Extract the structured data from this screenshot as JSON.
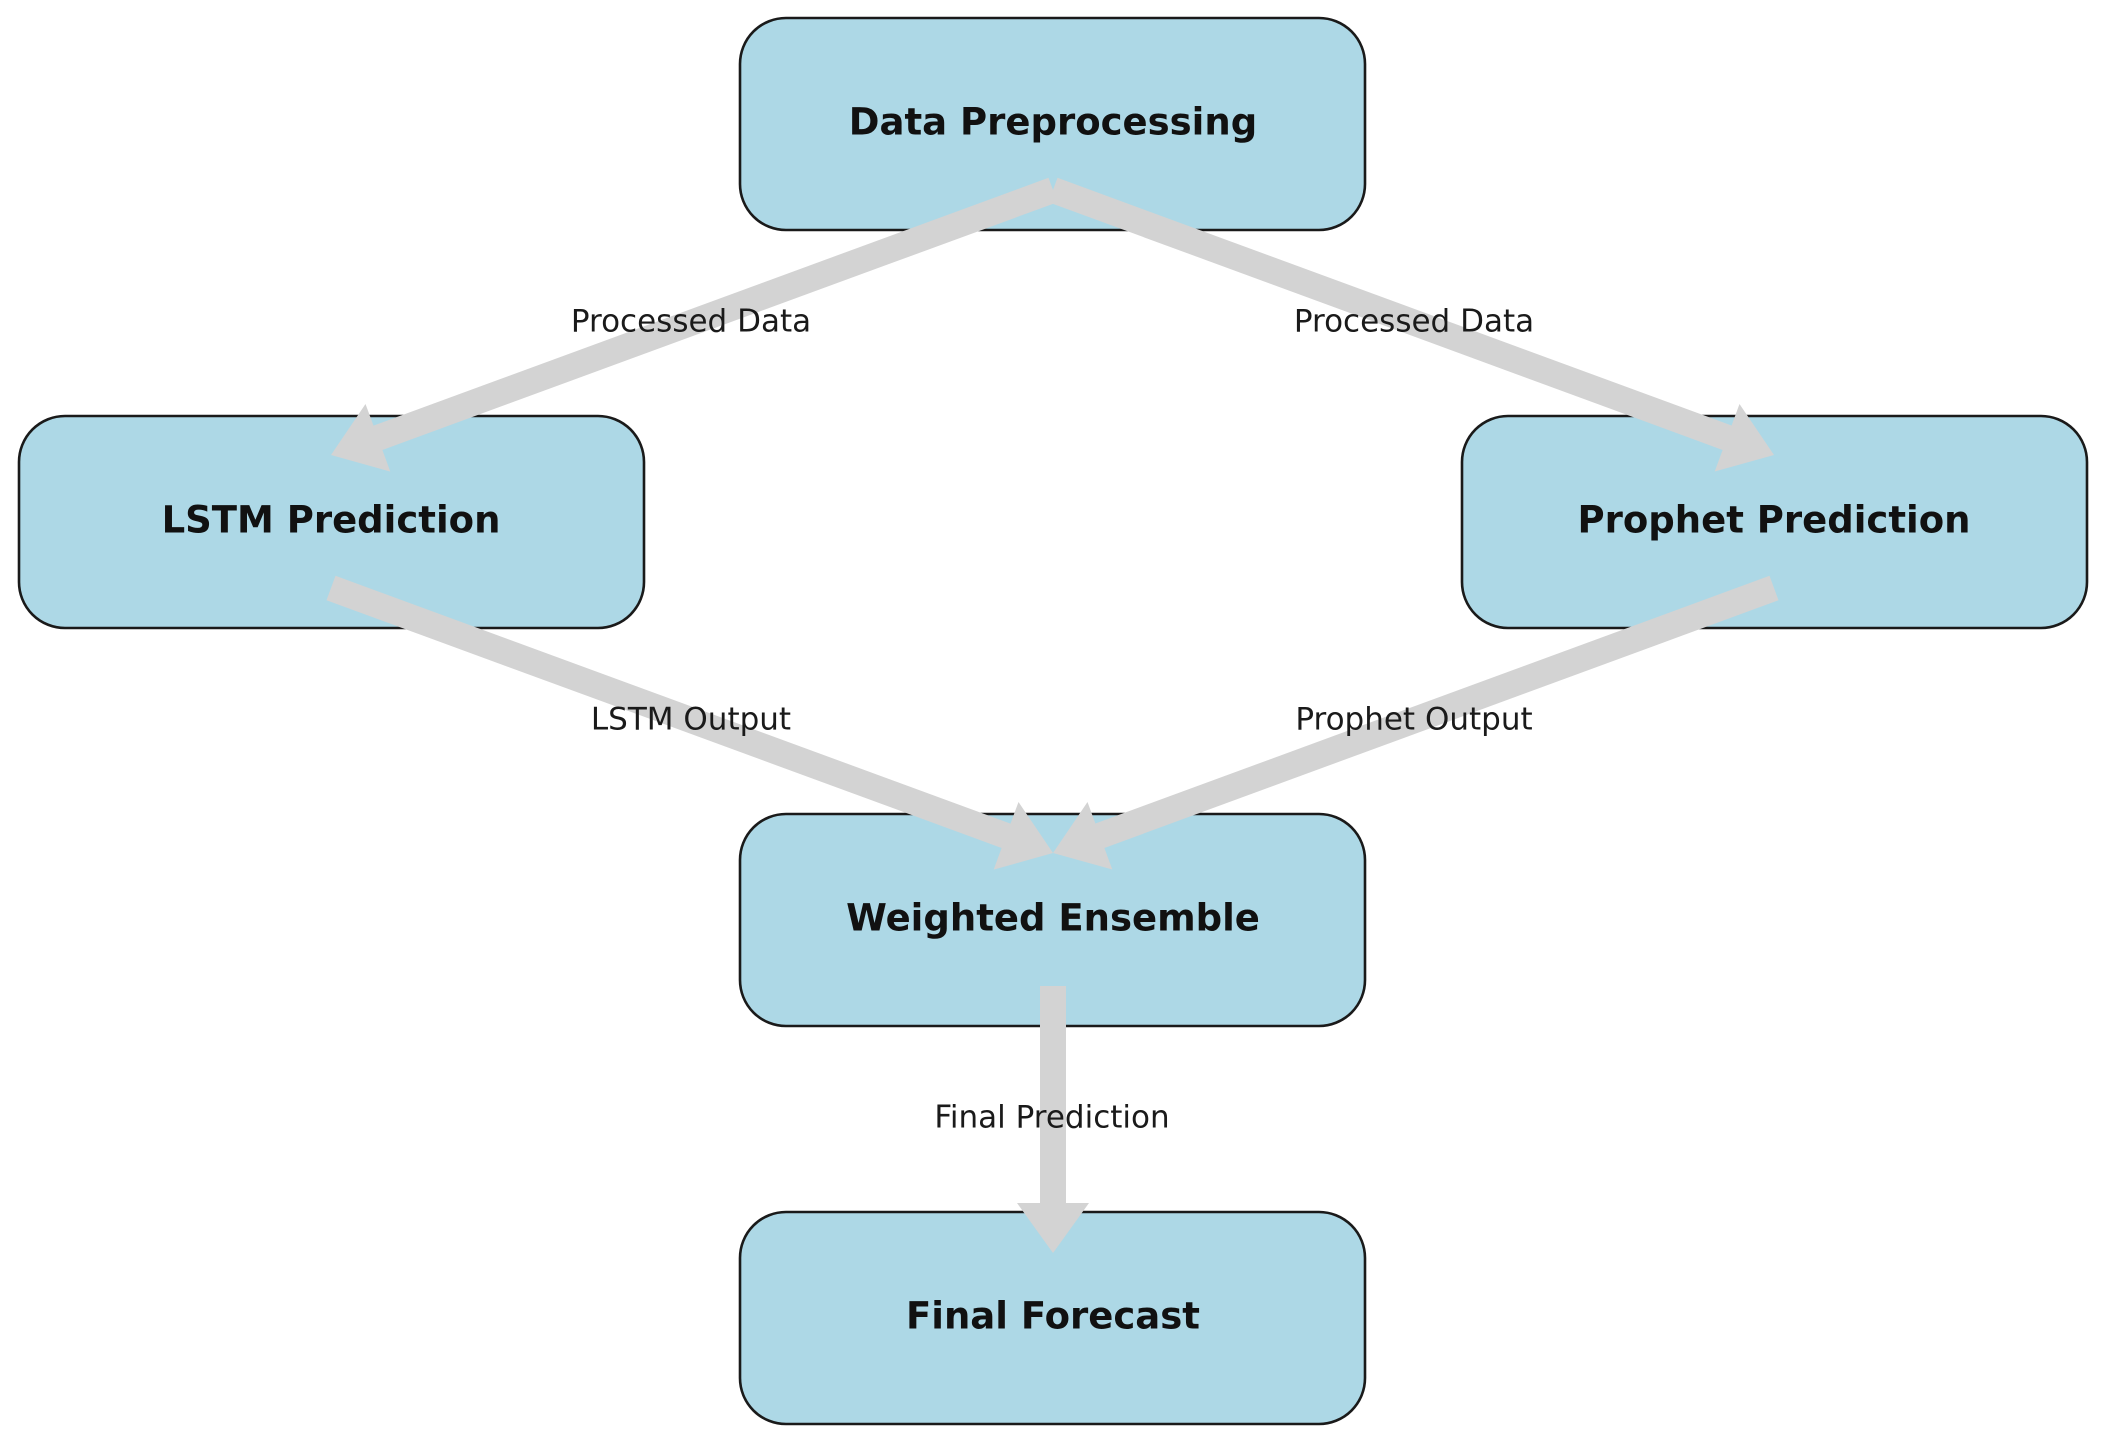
{
  "nodes": {
    "data_preprocessing": "Data Preprocessing",
    "lstm_prediction": "LSTM Prediction",
    "prophet_prediction": "Prophet Prediction",
    "weighted_ensemble": "Weighted Ensemble",
    "final_forecast": "Final Forecast"
  },
  "edges": {
    "pre_to_lstm": "Processed Data",
    "pre_to_prophet": "Processed Data",
    "lstm_to_ensemble": "LSTM Output",
    "prophet_to_ensemble": "Prophet Output",
    "ensemble_to_final": "Final Prediction"
  },
  "colors": {
    "node_fill": "#add8e6",
    "node_border": "#1a1a1a",
    "arrow": "#d3d3d3",
    "text": "#111111"
  }
}
